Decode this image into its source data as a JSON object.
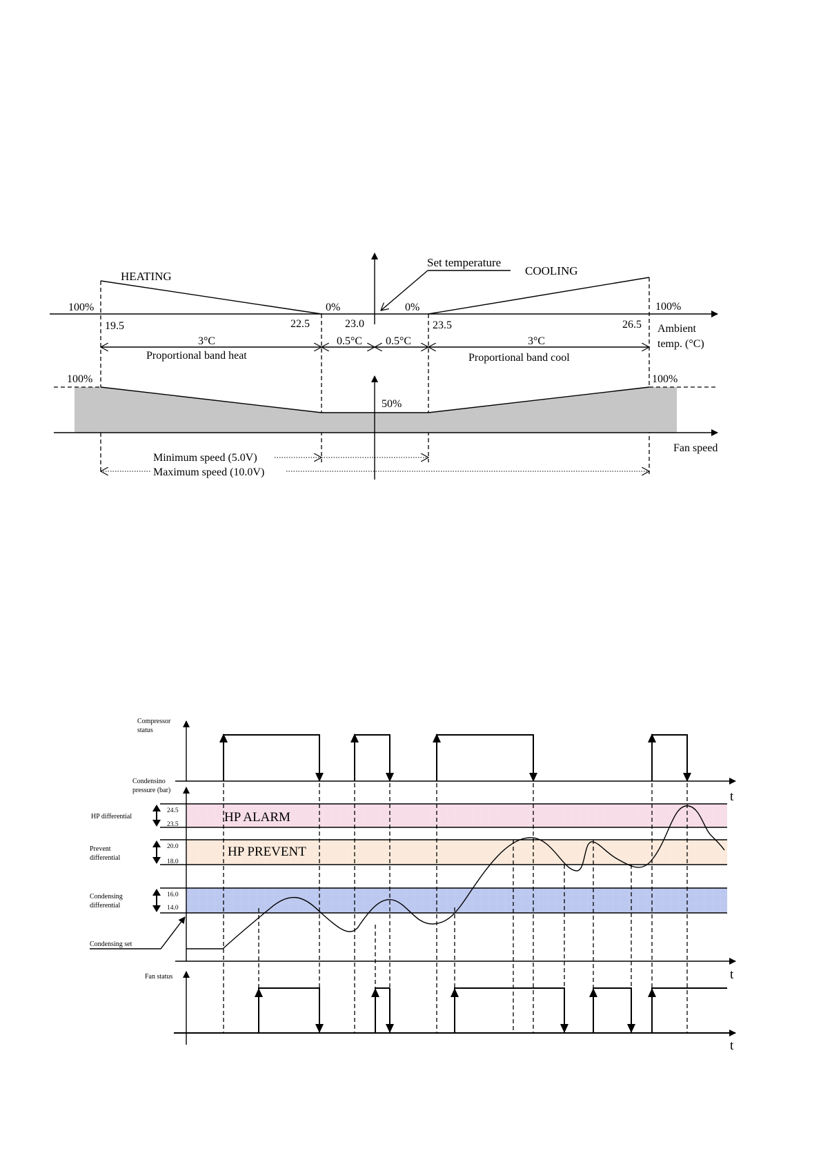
{
  "diagram1": {
    "heating_label": "HEATING",
    "cooling_label": "COOLING",
    "set_temp_label": "Set temperature",
    "pct_100_left": "100%",
    "pct_0_left": "0%",
    "pct_0_right": "0%",
    "pct_100_right": "100%",
    "t_19_5": "19.5",
    "t_22_5": "22.5",
    "t_23_0": "23.0",
    "t_23_5": "23.5",
    "t_26_5": "26.5",
    "ambient_1": "Ambient",
    "ambient_2": "temp. (°C)",
    "band_heat_width": "3°C",
    "band_cool_width": "3°C",
    "dz_left": "0.5°C",
    "dz_right": "0.5°C",
    "band_heat_label": "Proportional band heat",
    "band_cool_label": "Proportional band cool",
    "fan_100_left": "100%",
    "fan_100_right": "100%",
    "fan_50": "50%",
    "fan_speed_label": "Fan speed",
    "min_speed_label": "Minimum speed (5.0V)",
    "max_speed_label": "Maximum speed (10.0V)"
  },
  "diagram2": {
    "compressor_status_1": "Compressor",
    "compressor_status_2": "status",
    "cond_pressure_1": "Condensino",
    "cond_pressure_2": "pressure (bar)",
    "hp_diff_label": "HP differential",
    "prevent_diff_1": "Prevent",
    "prevent_diff_2": "differential",
    "cond_diff_1": "Condensing",
    "cond_diff_2": "differential",
    "cond_set_label": "Condensing set",
    "fan_status_label": "Fan status",
    "v_24_5": "24.5",
    "v_23_5": "23.5",
    "v_20_0": "20.0",
    "v_18_0": "18.0",
    "v_16_0": "16.0",
    "v_14_0": "14.0",
    "hp_alarm": "HP ALARM",
    "hp_prevent": "HP PREVENT",
    "t_axis_1": "t",
    "t_axis_2": "t",
    "t_axis_3": "t",
    "alarm_color": "#f7dde8",
    "prevent_color": "#fbeadb",
    "condensing_color": "#bcc8ef"
  }
}
